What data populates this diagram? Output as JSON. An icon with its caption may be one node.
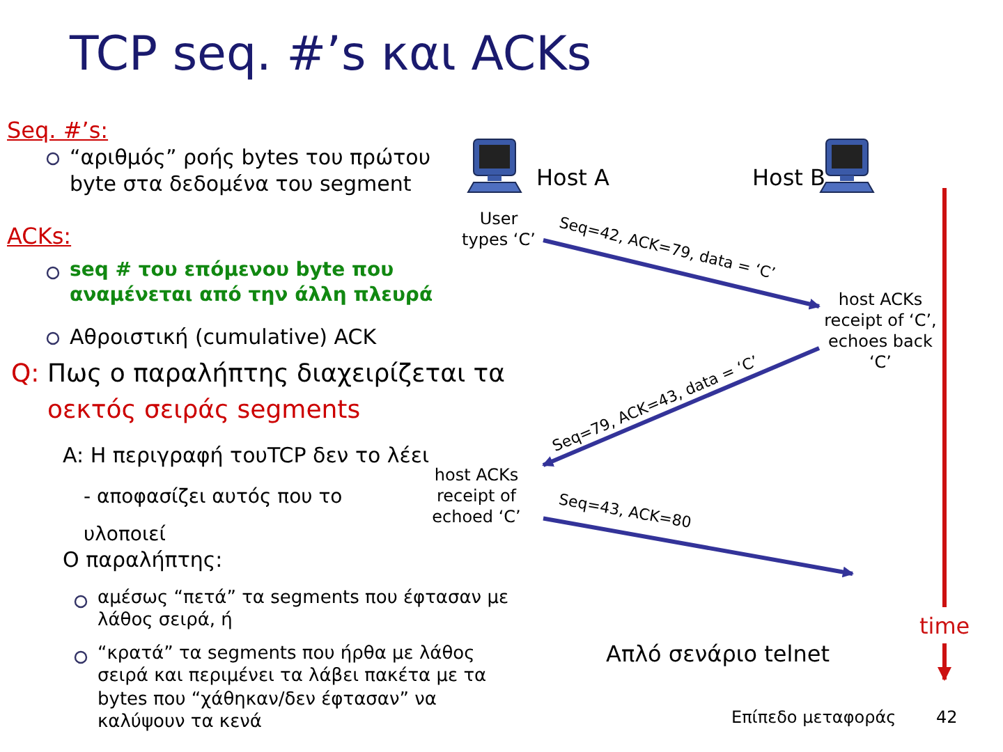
{
  "diagram": {
    "title": "TCP seq. #’s και ACKs",
    "nodes": [
      {
        "text": [
          "User types ‘C’"
        ]
      },
      {
        "text": [
          "host ACKs receipt of ‘C’, echoes back ‘C’"
        ]
      },
      {
        "text": [
          "host ACKs receipt of echoed ‘C’"
        ]
      }
    ],
    "edges": [
      {
        "from": 0,
        "to": 1,
        "arrow": "to",
        "label": "Seq=42, ACK=79, data = ‘C’"
      },
      {
        "from": 1,
        "to": 2,
        "arrow": "to",
        "label": "Seq=79, ACK=43, data = ‘C’"
      },
      {
        "from": 2,
        "to": null,
        "arrow": "to",
        "label": "Seq=43, ACK=80"
      }
    ],
    "labels": [
      "Seq. #’s:",
      "“αριθμός” ροής bytes του πρώτου byte στα δεδομένα του segment",
      "Host A",
      "Host B",
      "ACKs:",
      "seq # του επόμενου byte που αναμένεται από την άλλη πλευρά",
      "Αθροιστική (cumulative) ACK",
      "Q:",
      "Πως ο παραλήπτης διαχειρίζεται τα",
      "οεκτός σειράς segments",
      "A: Η περιγραφή τουTCP δεν το λέει",
      "- αποφασίζει αυτός που το υλοποιεί",
      "Ο παραλήπτης:",
      "αμέσως “πετά” τα segments που έφτασαν με λάθος σειρά, ή",
      "“κρατά” τα segments που ήρθα με λάθος σειρά και περιμένει τα λάβει πακέτα με τα bytes που “χάθηκαν/δεν έφτασαν” να καλύψουν τα κενά",
      "time",
      "Απλό σενάριο telnet",
      "Επίπεδο μεταφοράς",
      "42"
    ]
  }
}
